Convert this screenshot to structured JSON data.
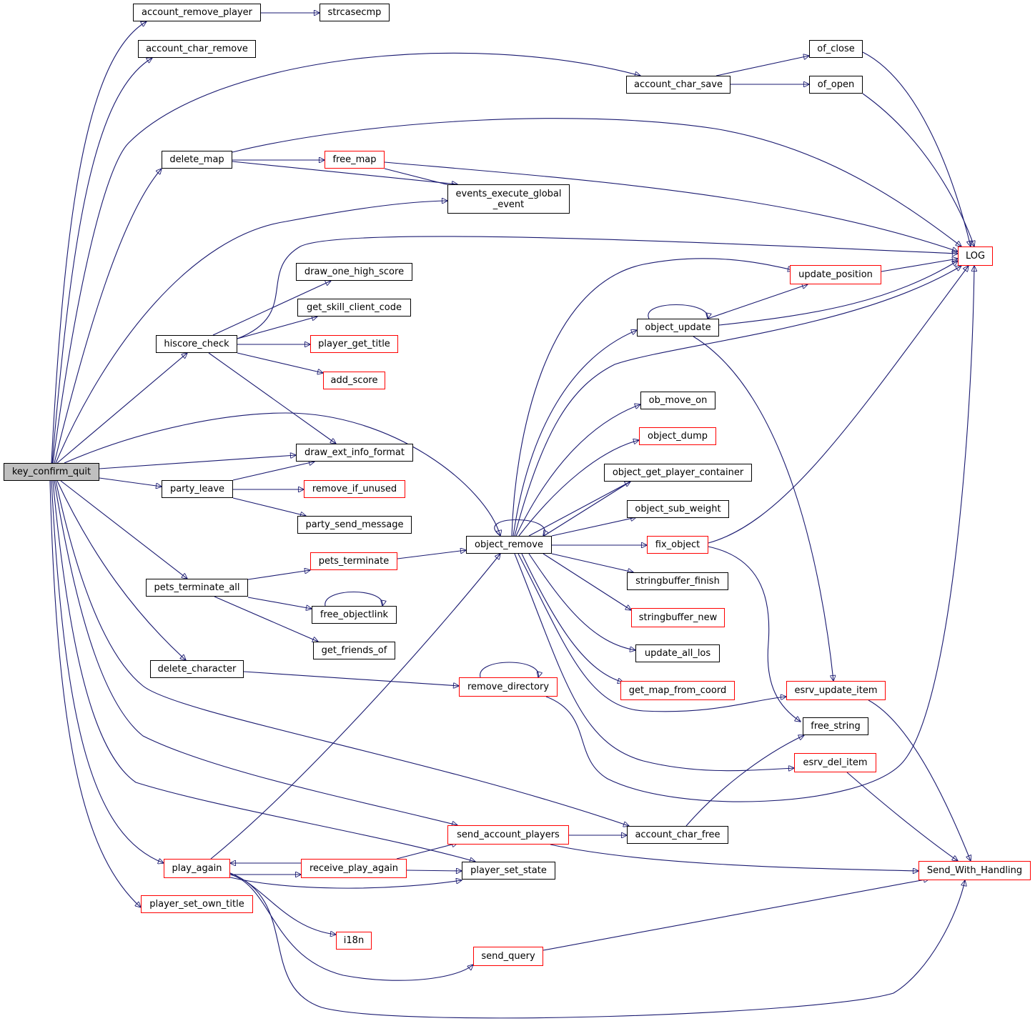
{
  "colors": {
    "edge": "#191970",
    "node_border": "#000000",
    "node_border_external": "#ff0000",
    "root_fill": "#bfbfbf",
    "background": "#ffffff"
  },
  "graph": {
    "root": "key_confirm_quit",
    "nodes": [
      {
        "id": "key_confirm_quit",
        "label": "key_confirm_quit",
        "style": "root"
      },
      {
        "id": "account_remove_player",
        "label": "account_remove_player",
        "style": "normal"
      },
      {
        "id": "strcasecmp",
        "label": "strcasecmp",
        "style": "normal"
      },
      {
        "id": "account_char_remove",
        "label": "account_char_remove",
        "style": "normal"
      },
      {
        "id": "account_char_save",
        "label": "account_char_save",
        "style": "normal"
      },
      {
        "id": "of_close",
        "label": "of_close",
        "style": "normal"
      },
      {
        "id": "of_open",
        "label": "of_open",
        "style": "normal"
      },
      {
        "id": "delete_map",
        "label": "delete_map",
        "style": "normal"
      },
      {
        "id": "free_map",
        "label": "free_map",
        "style": "red"
      },
      {
        "id": "events_execute_global_event",
        "label": "events_execute_global\n_event",
        "style": "normal"
      },
      {
        "id": "LOG",
        "label": "LOG",
        "style": "red"
      },
      {
        "id": "draw_one_high_score",
        "label": "draw_one_high_score",
        "style": "normal"
      },
      {
        "id": "get_skill_client_code",
        "label": "get_skill_client_code",
        "style": "normal"
      },
      {
        "id": "hiscore_check",
        "label": "hiscore_check",
        "style": "normal"
      },
      {
        "id": "player_get_title",
        "label": "player_get_title",
        "style": "red"
      },
      {
        "id": "add_score",
        "label": "add_score",
        "style": "red"
      },
      {
        "id": "update_position",
        "label": "update_position",
        "style": "red"
      },
      {
        "id": "object_update",
        "label": "object_update",
        "style": "normal"
      },
      {
        "id": "ob_move_on",
        "label": "ob_move_on",
        "style": "normal"
      },
      {
        "id": "object_dump",
        "label": "object_dump",
        "style": "red"
      },
      {
        "id": "object_get_player_container",
        "label": "object_get_player_container",
        "style": "normal"
      },
      {
        "id": "object_sub_weight",
        "label": "object_sub_weight",
        "style": "normal"
      },
      {
        "id": "fix_object",
        "label": "fix_object",
        "style": "red"
      },
      {
        "id": "stringbuffer_finish",
        "label": "stringbuffer_finish",
        "style": "normal"
      },
      {
        "id": "stringbuffer_new",
        "label": "stringbuffer_new",
        "style": "red"
      },
      {
        "id": "update_all_los",
        "label": "update_all_los",
        "style": "normal"
      },
      {
        "id": "get_map_from_coord",
        "label": "get_map_from_coord",
        "style": "red"
      },
      {
        "id": "esrv_update_item",
        "label": "esrv_update_item",
        "style": "red"
      },
      {
        "id": "free_string",
        "label": "free_string",
        "style": "normal"
      },
      {
        "id": "esrv_del_item",
        "label": "esrv_del_item",
        "style": "red"
      },
      {
        "id": "draw_ext_info_format",
        "label": "draw_ext_info_format",
        "style": "normal"
      },
      {
        "id": "party_leave",
        "label": "party_leave",
        "style": "normal"
      },
      {
        "id": "remove_if_unused",
        "label": "remove_if_unused",
        "style": "red"
      },
      {
        "id": "party_send_message",
        "label": "party_send_message",
        "style": "normal"
      },
      {
        "id": "object_remove",
        "label": "object_remove",
        "style": "normal"
      },
      {
        "id": "pets_terminate",
        "label": "pets_terminate",
        "style": "red"
      },
      {
        "id": "pets_terminate_all",
        "label": "pets_terminate_all",
        "style": "normal"
      },
      {
        "id": "free_objectlink",
        "label": "free_objectlink",
        "style": "normal"
      },
      {
        "id": "get_friends_of",
        "label": "get_friends_of",
        "style": "normal"
      },
      {
        "id": "delete_character",
        "label": "delete_character",
        "style": "normal"
      },
      {
        "id": "remove_directory",
        "label": "remove_directory",
        "style": "red"
      },
      {
        "id": "send_account_players",
        "label": "send_account_players",
        "style": "red"
      },
      {
        "id": "account_char_free",
        "label": "account_char_free",
        "style": "normal"
      },
      {
        "id": "play_again",
        "label": "play_again",
        "style": "red"
      },
      {
        "id": "receive_play_again",
        "label": "receive_play_again",
        "style": "red"
      },
      {
        "id": "player_set_state",
        "label": "player_set_state",
        "style": "normal"
      },
      {
        "id": "Send_With_Handling",
        "label": "Send_With_Handling",
        "style": "red"
      },
      {
        "id": "player_set_own_title",
        "label": "player_set_own_title",
        "style": "red"
      },
      {
        "id": "i18n",
        "label": "i18n",
        "style": "red"
      },
      {
        "id": "send_query",
        "label": "send_query",
        "style": "red"
      }
    ],
    "edges": [
      [
        "key_confirm_quit",
        "account_remove_player"
      ],
      [
        "account_remove_player",
        "strcasecmp"
      ],
      [
        "key_confirm_quit",
        "account_char_remove"
      ],
      [
        "key_confirm_quit",
        "account_char_save"
      ],
      [
        "account_char_save",
        "of_close"
      ],
      [
        "account_char_save",
        "of_open"
      ],
      [
        "of_close",
        "LOG"
      ],
      [
        "of_open",
        "LOG"
      ],
      [
        "key_confirm_quit",
        "delete_map"
      ],
      [
        "delete_map",
        "free_map"
      ],
      [
        "delete_map",
        "LOG"
      ],
      [
        "free_map",
        "LOG"
      ],
      [
        "free_map",
        "events_execute_global_event"
      ],
      [
        "delete_map",
        "events_execute_global_event"
      ],
      [
        "key_confirm_quit",
        "events_execute_global_event"
      ],
      [
        "key_confirm_quit",
        "hiscore_check"
      ],
      [
        "hiscore_check",
        "draw_one_high_score"
      ],
      [
        "hiscore_check",
        "get_skill_client_code"
      ],
      [
        "hiscore_check",
        "player_get_title"
      ],
      [
        "hiscore_check",
        "add_score"
      ],
      [
        "hiscore_check",
        "LOG"
      ],
      [
        "hiscore_check",
        "draw_ext_info_format"
      ],
      [
        "key_confirm_quit",
        "draw_ext_info_format"
      ],
      [
        "key_confirm_quit",
        "object_remove"
      ],
      [
        "key_confirm_quit",
        "party_leave"
      ],
      [
        "party_leave",
        "draw_ext_info_format"
      ],
      [
        "party_leave",
        "remove_if_unused"
      ],
      [
        "party_leave",
        "party_send_message"
      ],
      [
        "key_confirm_quit",
        "pets_terminate_all"
      ],
      [
        "pets_terminate_all",
        "pets_terminate"
      ],
      [
        "pets_terminate_all",
        "free_objectlink"
      ],
      [
        "free_objectlink",
        "free_objectlink"
      ],
      [
        "pets_terminate_all",
        "get_friends_of"
      ],
      [
        "pets_terminate",
        "object_remove"
      ],
      [
        "key_confirm_quit",
        "delete_character"
      ],
      [
        "delete_character",
        "remove_directory"
      ],
      [
        "remove_directory",
        "remove_directory"
      ],
      [
        "remove_directory",
        "LOG"
      ],
      [
        "key_confirm_quit",
        "account_char_free"
      ],
      [
        "account_char_free",
        "free_string"
      ],
      [
        "key_confirm_quit",
        "send_account_players"
      ],
      [
        "send_account_players",
        "account_char_free"
      ],
      [
        "send_account_players",
        "Send_With_Handling"
      ],
      [
        "key_confirm_quit",
        "player_set_state"
      ],
      [
        "key_confirm_quit",
        "play_again"
      ],
      [
        "key_confirm_quit",
        "player_set_own_title"
      ],
      [
        "play_again",
        "object_remove"
      ],
      [
        "play_again",
        "receive_play_again"
      ],
      [
        "receive_play_again",
        "play_again"
      ],
      [
        "receive_play_again",
        "send_account_players"
      ],
      [
        "receive_play_again",
        "player_set_state"
      ],
      [
        "play_again",
        "player_set_state"
      ],
      [
        "play_again",
        "i18n"
      ],
      [
        "play_again",
        "send_query"
      ],
      [
        "play_again",
        "Send_With_Handling"
      ],
      [
        "send_query",
        "Send_With_Handling"
      ],
      [
        "object_remove",
        "object_remove"
      ],
      [
        "object_remove",
        "update_position"
      ],
      [
        "object_remove",
        "object_update"
      ],
      [
        "object_remove",
        "LOG"
      ],
      [
        "object_remove",
        "ob_move_on"
      ],
      [
        "object_remove",
        "object_dump"
      ],
      [
        "object_remove",
        "object_get_player_container"
      ],
      [
        "object_get_player_container",
        "object_remove"
      ],
      [
        "object_remove",
        "object_sub_weight"
      ],
      [
        "object_remove",
        "fix_object"
      ],
      [
        "object_remove",
        "stringbuffer_finish"
      ],
      [
        "object_remove",
        "stringbuffer_new"
      ],
      [
        "object_remove",
        "update_all_los"
      ],
      [
        "object_remove",
        "get_map_from_coord"
      ],
      [
        "object_remove",
        "esrv_update_item"
      ],
      [
        "object_remove",
        "esrv_del_item"
      ],
      [
        "object_update",
        "object_update"
      ],
      [
        "object_update",
        "update_position"
      ],
      [
        "object_update",
        "LOG"
      ],
      [
        "object_update",
        "esrv_update_item"
      ],
      [
        "update_position",
        "LOG"
      ],
      [
        "fix_object",
        "LOG"
      ],
      [
        "fix_object",
        "free_string"
      ],
      [
        "esrv_update_item",
        "Send_With_Handling"
      ],
      [
        "esrv_del_item",
        "Send_With_Handling"
      ]
    ]
  }
}
